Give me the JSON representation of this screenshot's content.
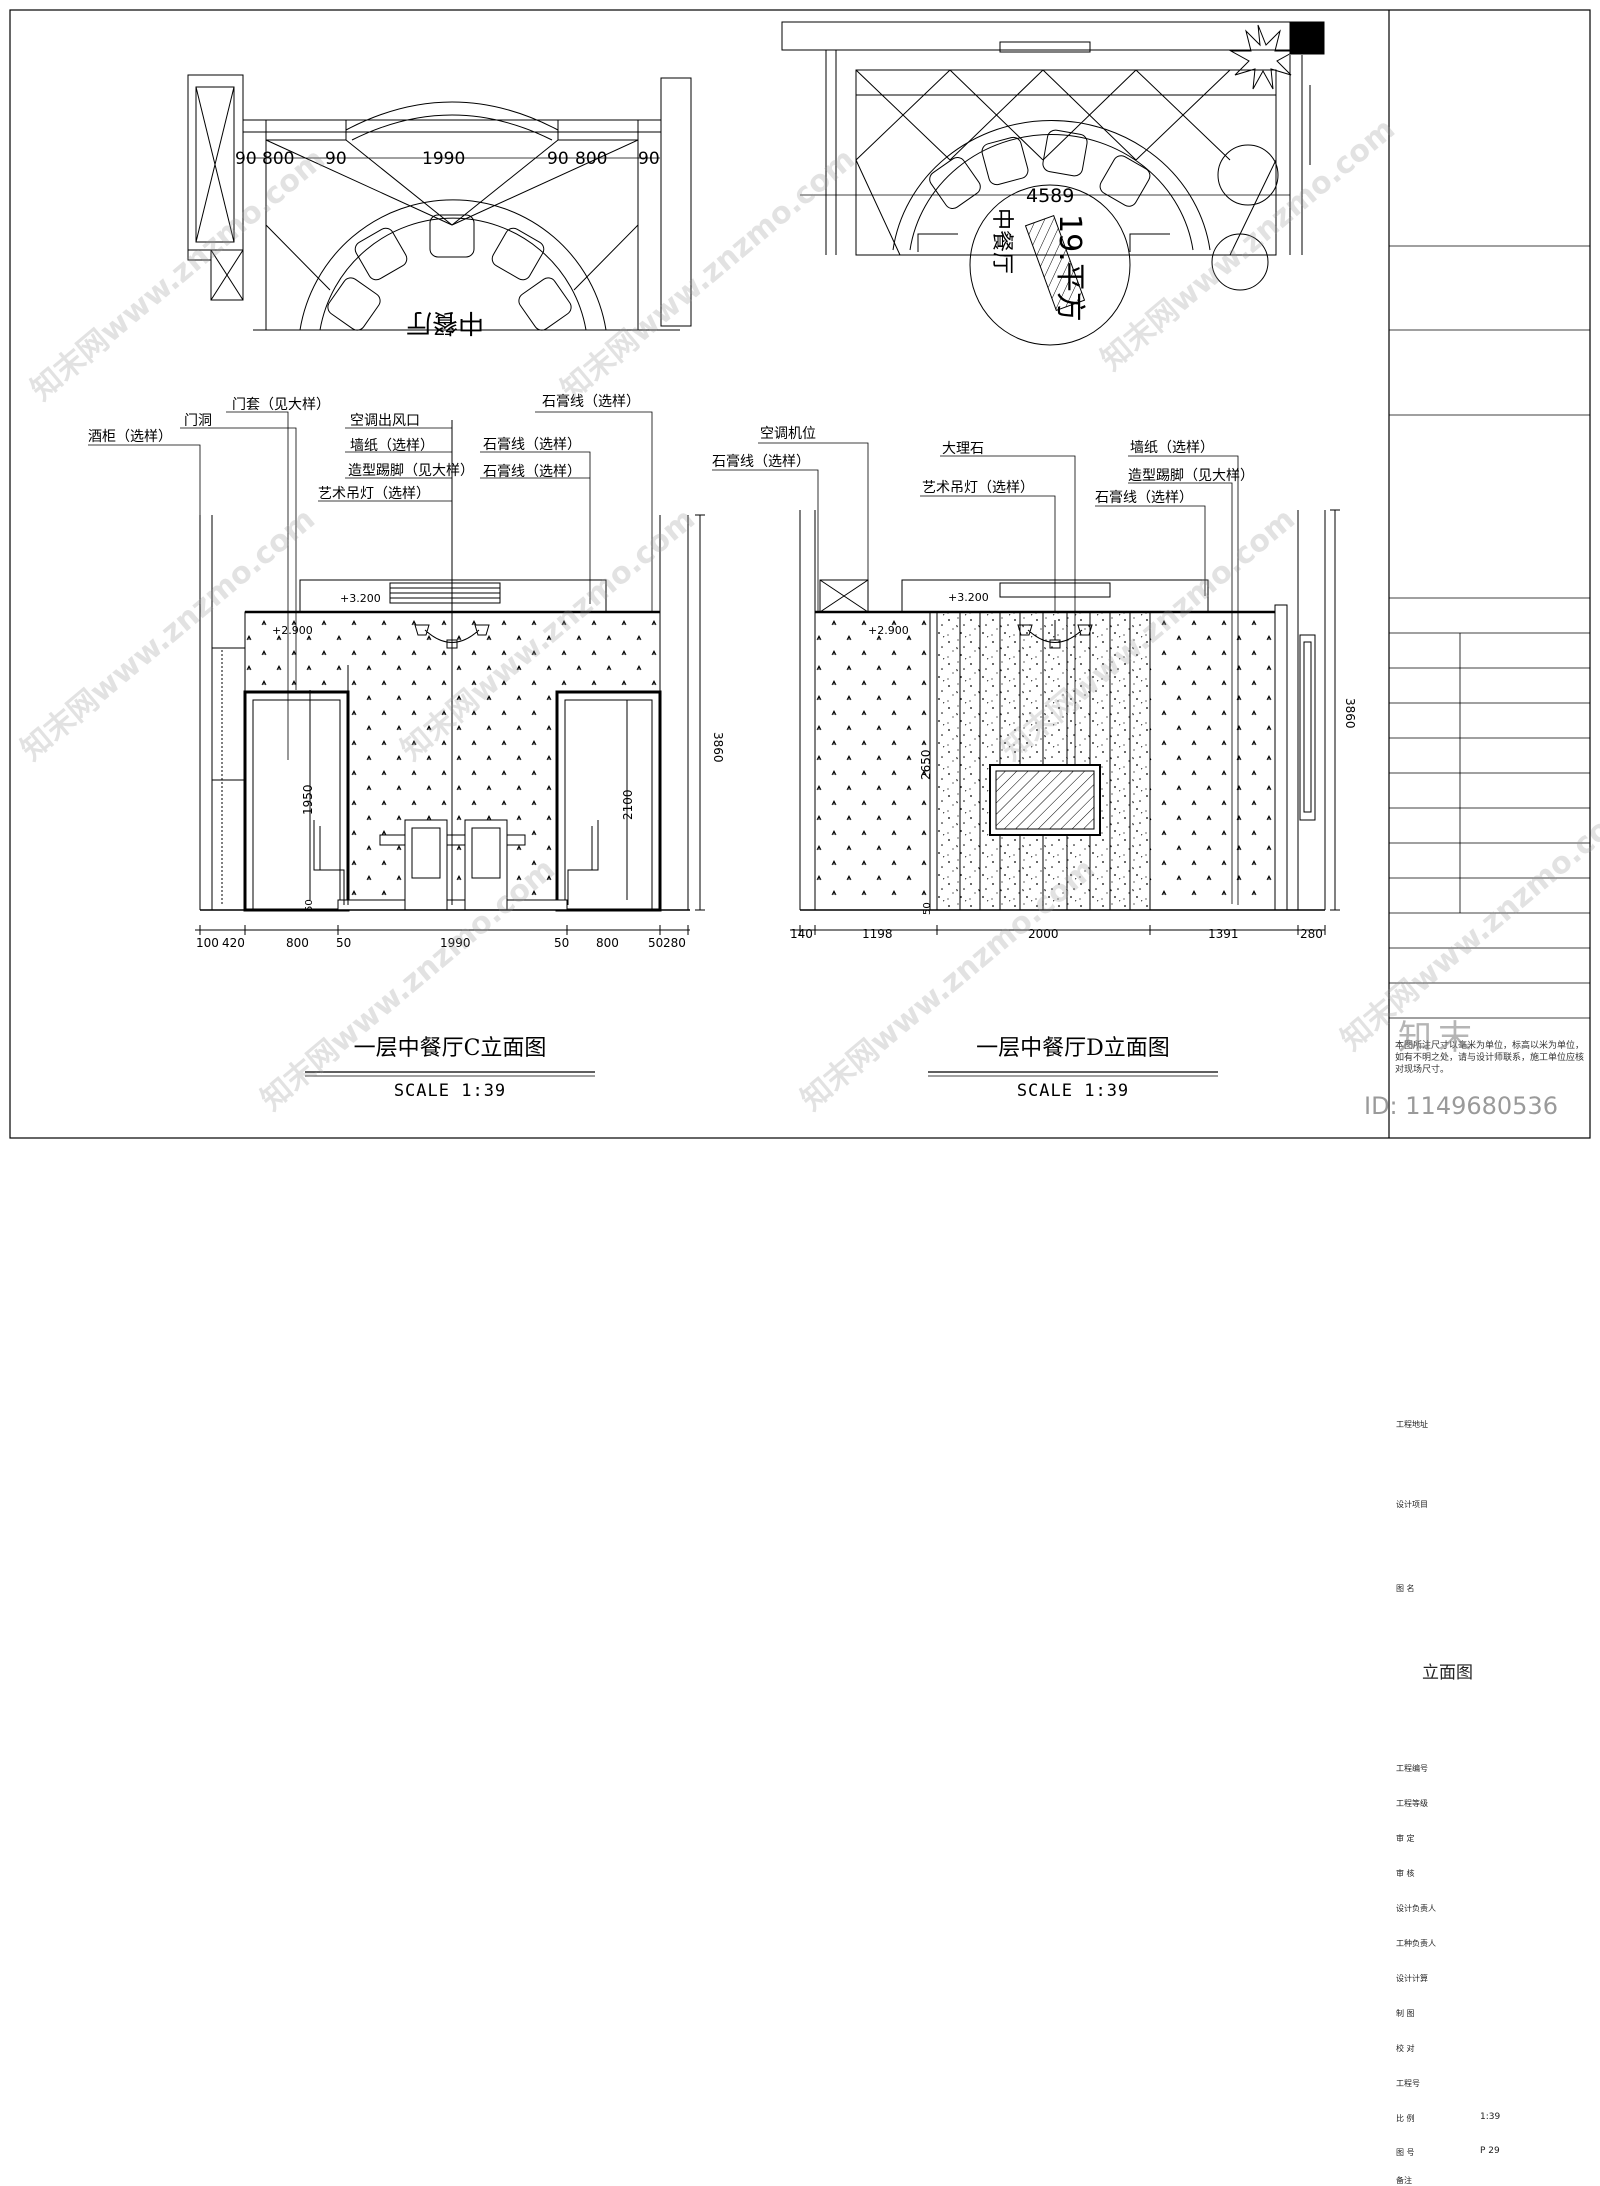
{
  "titles": {
    "c_elevation": "一层中餐厅C立面图",
    "d_elevation": "一层中餐厅D立面图",
    "scale": "SCALE 1:39"
  },
  "plan_c": {
    "room_label": "中餐厅",
    "dims_top": [
      "90",
      "800",
      "90",
      "1990",
      "90",
      "800",
      "90"
    ]
  },
  "plan_d": {
    "room_label": "中餐厅",
    "area_value": "4589",
    "area_text": "19.平方"
  },
  "elev_c": {
    "callouts": {
      "wine_cabinet": "酒柜（选样）",
      "door_opening": "门洞",
      "door_frame": "门套（见大样）",
      "ac_vent": "空调出风口",
      "wallpaper": "墙纸（选样）",
      "skirting": "造型踢脚（见大样）",
      "chandelier": "艺术吊灯（选样）",
      "plaster_line_top": "石膏线（选样）",
      "plaster_line_1": "石膏线（选样）",
      "plaster_line_2": "石膏线（选样）"
    },
    "levels": [
      "+3.200",
      "+2.900"
    ],
    "dims_vertical": [
      "1950",
      "2100",
      "3860",
      "50"
    ],
    "dims_bottom": [
      "100",
      "420",
      "800",
      "50",
      "1990",
      "50",
      "800",
      "50",
      "280"
    ]
  },
  "elev_d": {
    "callouts": {
      "ac_unit": "空调机位",
      "plaster_line_left": "石膏线（选样）",
      "marble": "大理石",
      "chandelier": "艺术吊灯（选样）",
      "wallpaper": "墙纸（选样）",
      "skirting": "造型踢脚（见大样）",
      "plaster_line_right": "石膏线（选样）"
    },
    "levels": [
      "+3.200",
      "+2.900"
    ],
    "dims_vertical": [
      "2650",
      "3860",
      "50"
    ],
    "dims_bottom": [
      "140",
      "1198",
      "2000",
      "1391",
      "280"
    ]
  },
  "title_block": {
    "rows": [
      {
        "label": "工程地址",
        "value": ""
      },
      {
        "label": "设计项目",
        "value": ""
      },
      {
        "label": "图 名",
        "value": "立面图"
      },
      {
        "label": "工程编号",
        "value": ""
      },
      {
        "label": "工程等级",
        "value": ""
      },
      {
        "label": "审 定",
        "value": ""
      },
      {
        "label": "审 核",
        "value": ""
      },
      {
        "label": "设计负责人",
        "value": ""
      },
      {
        "label": "工种负责人",
        "value": ""
      },
      {
        "label": "设计计算",
        "value": ""
      },
      {
        "label": "制 图",
        "value": ""
      },
      {
        "label": "校 对",
        "value": ""
      },
      {
        "label": "工程号",
        "value": ""
      },
      {
        "label": "比 例",
        "value": "1:39"
      },
      {
        "label": "图 号",
        "value": "P 29"
      }
    ],
    "note_label": "备注",
    "note_text": "本图所注尺寸以毫米为单位，标高以米为单位，如有不明之处，请与设计师联系，施工单位应核对现场尺寸。"
  },
  "watermark": {
    "text": "知末网www.znzmo.com",
    "logo": "知末",
    "id": "ID: 1149680536"
  },
  "colors": {
    "line": "#000000",
    "watermark": "#999999"
  }
}
